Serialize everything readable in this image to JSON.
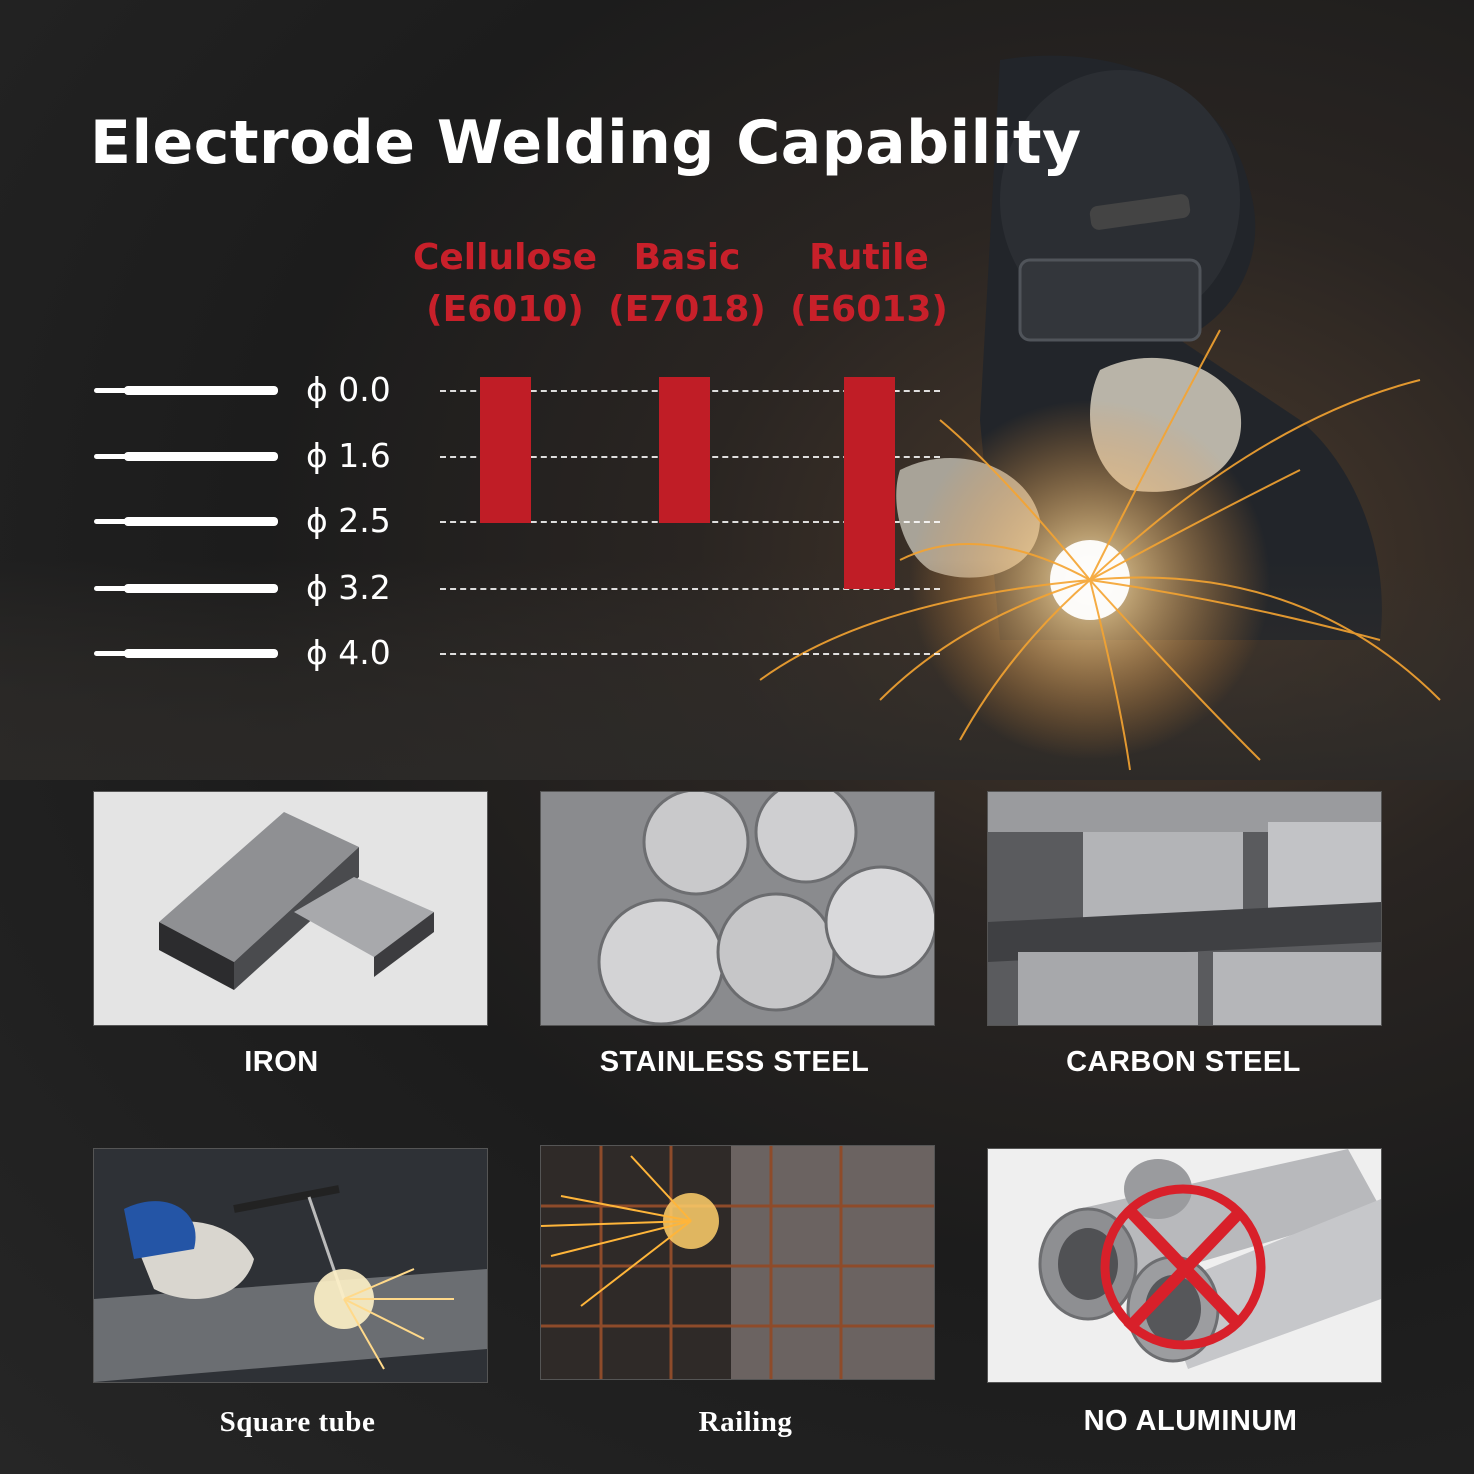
{
  "title": "Electrode Welding Capability",
  "columns": [
    {
      "name": "Cellulose",
      "code": "(E6010)"
    },
    {
      "name": "Basic",
      "code": "(E7018)"
    },
    {
      "name": "Rutile",
      "code": "(E6013)"
    }
  ],
  "diameters": [
    "ϕ 0.0",
    "ϕ 1.6",
    "ϕ 2.5",
    "ϕ 3.2",
    "ϕ 4.0"
  ],
  "ranges": [
    {
      "column": "Cellulose",
      "from": "ϕ 0.0",
      "to": "ϕ 2.5"
    },
    {
      "column": "Basic",
      "from": "ϕ 0.0",
      "to": "ϕ 2.5"
    },
    {
      "column": "Rutile",
      "from": "ϕ 0.0",
      "to": "ϕ 3.2"
    }
  ],
  "colors": {
    "accent": "#c01d26",
    "text": "#ffffff",
    "background": "#1e1e1e"
  },
  "materials": [
    {
      "label": "IRON",
      "icon": "iron-ingot-image"
    },
    {
      "label": "STAINLESS STEEL",
      "icon": "steel-rods-image"
    },
    {
      "label": "CARBON STEEL",
      "icon": "carbon-steel-bars-image"
    }
  ],
  "applications": [
    {
      "label": "Square tube",
      "icon": "welding-tube-image"
    },
    {
      "label": "Railing",
      "icon": "railing-sparks-image"
    },
    {
      "label": "NO ALUMINUM",
      "icon": "aluminum-pipes-crossed-image"
    }
  ]
}
